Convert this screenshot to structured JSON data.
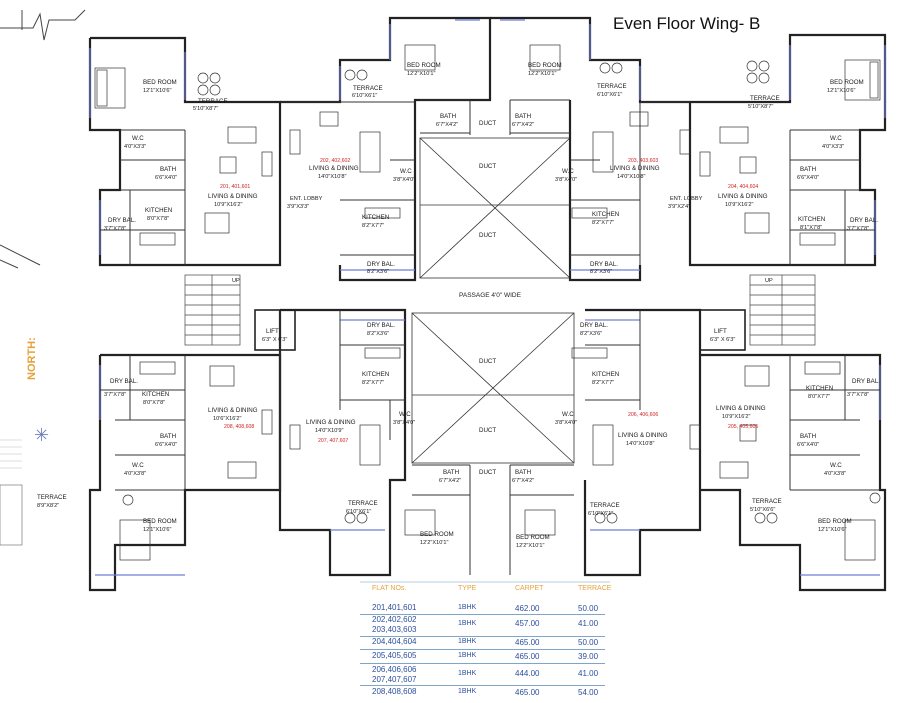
{
  "title": "Even Floor Wing- B",
  "passage": "PASSAGE 4'0\" WIDE",
  "north": "NORTH:",
  "icons": {
    "compass": "compass-icon"
  },
  "rooms": {
    "bed_room": "BED ROOM",
    "terrace": "TERRACE",
    "wc": "W.C",
    "bath": "BATH",
    "kitchen": "KITCHEN",
    "dry_bal": "DRY BAL.",
    "living_dining": "LIVING & DINING",
    "duct": "DUCT",
    "lift": "LIFT",
    "up": "UP",
    "ent_lobby": "ENT. LOBBY"
  },
  "dims": {
    "bed_121x106": "12'1\"X10'6\"",
    "bed_122x101": "12'2\"X10'1\"",
    "ter_510x87": "5'10\"X8'7\"",
    "ter_610x61": "6'10\"X6'1\"",
    "ter_510x66": "5'10\"X6'6\"",
    "ter_89x82": "8'9\"X8'2\"",
    "wc_40x33": "4'0\"X3'3\"",
    "wc_40x38": "4'0\"X3'8\"",
    "wc_38x40": "3'8\"X4'0\"",
    "bath_66x40": "6'6\"X4'0\"",
    "bath_67x42": "6'7\"X4'2\"",
    "kit_80x78": "8'0\"X7'8\"",
    "kit_82x77": "8'2\"X7'7\"",
    "kit_81x78": "8'1\"X7'8\"",
    "kit_80x77": "8'0\"X7'7\"",
    "dry_37x78": "3'7\"X7'8\"",
    "dry_82x36": "8'2\"X3'6\"",
    "liv_109x162": "10'9\"X16'2\"",
    "liv_106x162": "10'6\"X16'2\"",
    "liv_140x108": "14'0\"X10'8\"",
    "liv_140x109": "14'0\"X10'9\"",
    "lift_63x63": "6'3\" X 6'3\"",
    "ent_39x33": "3'9\"X3'3\"",
    "ent_39x24": "3'9\"X2'4\""
  },
  "flat_tags": {
    "t201": "201, 401,601",
    "t202": "202, 402,602",
    "t203": "203, 403,603",
    "t204": "204, 404,604",
    "t205": "205, 405,605",
    "t206": "206, 406,606",
    "t207": "207, 407,607",
    "t208": "208, 408,608"
  },
  "table": {
    "headers": [
      "FLAT NOs.",
      "TYPE",
      "CARPET",
      "TERRACE"
    ],
    "rows": [
      {
        "flats": [
          "201,401,601"
        ],
        "type": "1BHK",
        "carpet": "462.00",
        "terrace": "50.00"
      },
      {
        "flats": [
          "202,402,602",
          "203,403,603"
        ],
        "type": "1BHK",
        "carpet": "457.00",
        "terrace": "41.00"
      },
      {
        "flats": [
          "204,404,604"
        ],
        "type": "1BHK",
        "carpet": "465.00",
        "terrace": "50.00"
      },
      {
        "flats": [
          "205,405,605"
        ],
        "type": "1BHK",
        "carpet": "465.00",
        "terrace": "39.00"
      },
      {
        "flats": [
          "206,406,606",
          "207,407,607"
        ],
        "type": "1BHK",
        "carpet": "444.00",
        "terrace": "41.00"
      },
      {
        "flats": [
          "208,408,608"
        ],
        "type": "1BHK",
        "carpet": "465.00",
        "terrace": "54.00"
      }
    ]
  }
}
